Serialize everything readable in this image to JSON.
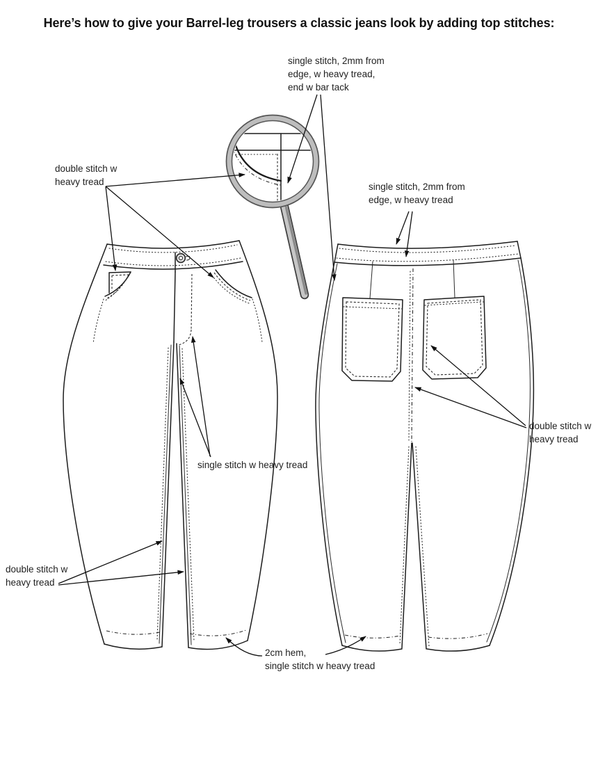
{
  "title": "Here’s how to give your Barrel-leg trousers a classic jeans look by adding top stitches:",
  "annotations": {
    "fly_topstitch": {
      "line1": "single stitch, 2mm from",
      "line2": "edge, w heavy tread,",
      "line3": "end w bar tack"
    },
    "front_pockets": {
      "line1": "double stitch w",
      "line2": "heavy tread"
    },
    "back_waistband": {
      "line1": "single stitch, 2mm from",
      "line2": "edge, w heavy tread"
    },
    "front_fly": {
      "line1": "single stitch w heavy tread"
    },
    "back_pockets": {
      "line1": "double stitch w",
      "line2": "heavy tread"
    },
    "front_inseam": {
      "line1": "double stitch w",
      "line2": "heavy tread"
    },
    "hem": {
      "line1": "2cm hem,",
      "line2": "single stitch w heavy tread"
    }
  },
  "colors": {
    "line": "#1c1c1c",
    "text": "#1f1f1f",
    "magnifier_ring": "#bdbdbd",
    "background": "#ffffff"
  }
}
